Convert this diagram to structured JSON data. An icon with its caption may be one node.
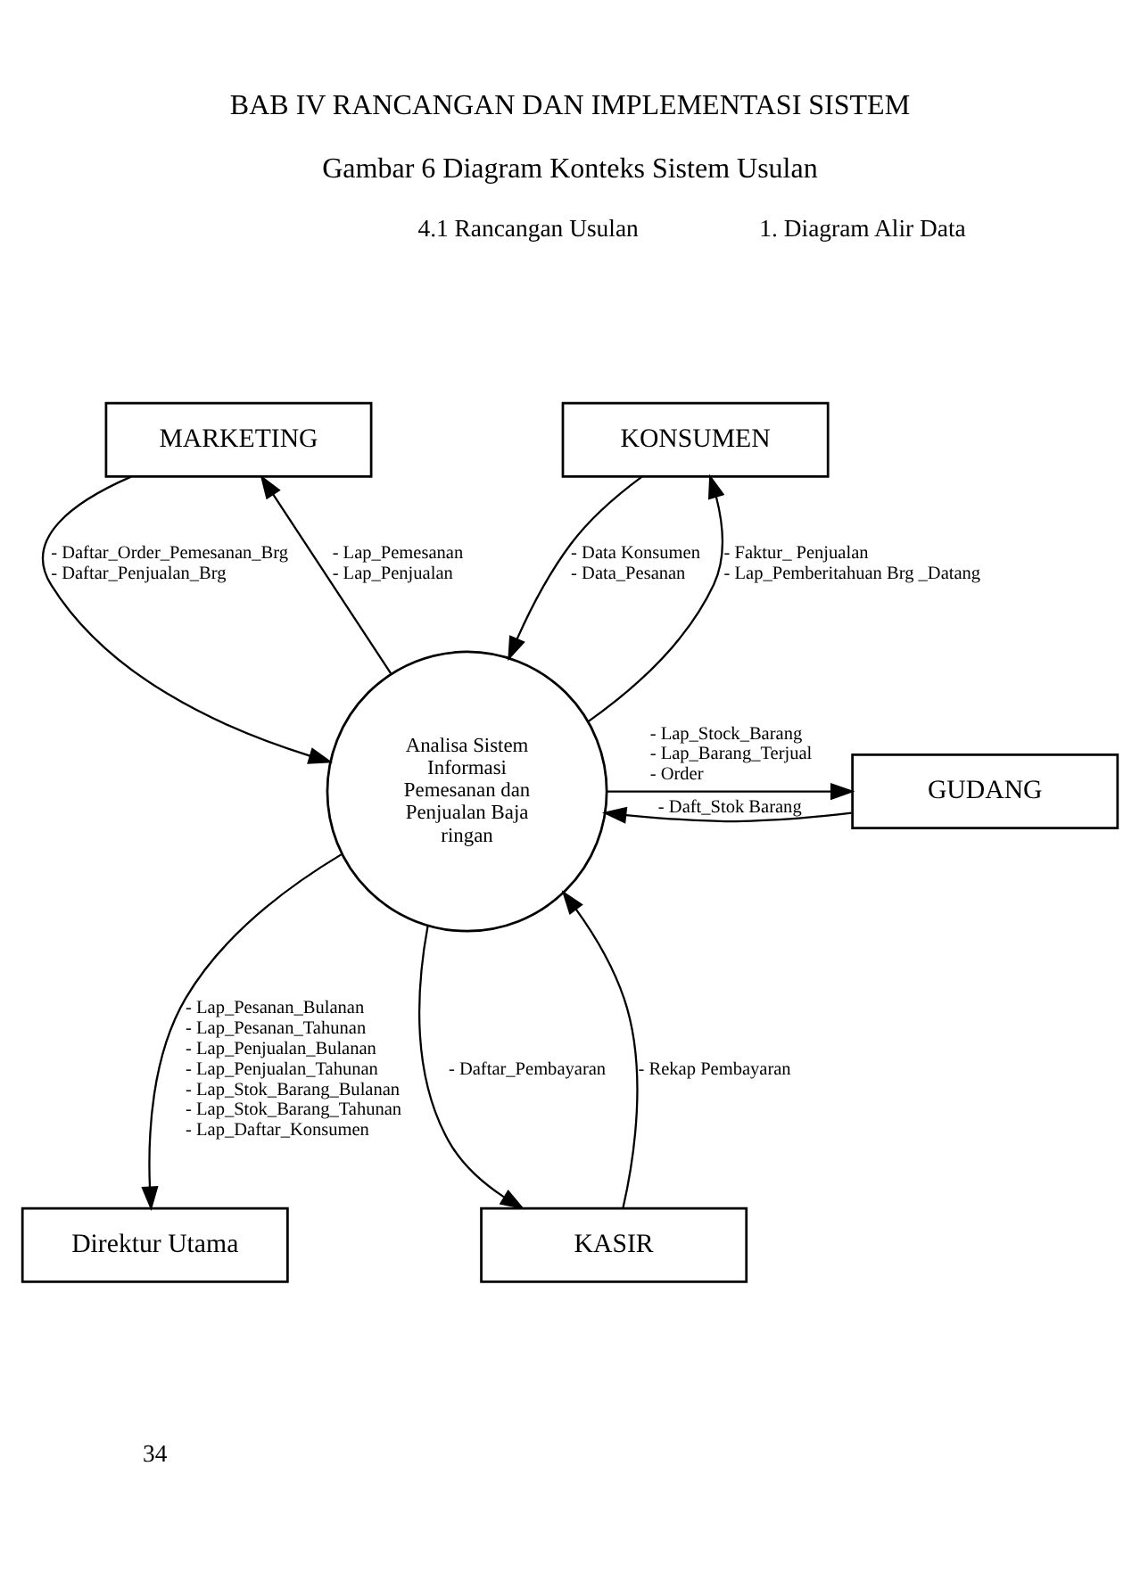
{
  "diagram": {
    "title": "BAB IV RANCANGAN DAN IMPLEMENTASI SISTEM",
    "caption": "Gambar 6 Diagram Konteks Sistem Usulan",
    "nodes": [
      {
        "text": [
          "KONSUMEN"
        ]
      },
      {
        "text": [
          "MARKETING"
        ]
      },
      {
        "text": [
          "GUDANG"
        ]
      },
      {
        "text": [
          "Analisa Sistem Informasi Pemesanan dan Penjualan Baja ringan"
        ]
      },
      {
        "text": [
          "Direktur Utama"
        ]
      },
      {
        "text": [
          "KASIR"
        ]
      }
    ],
    "edges": [
      {
        "from": 0,
        "to": 3,
        "arrow": "to",
        "label": [
          "- Data Konsumen",
          "- Data_Pesanan"
        ]
      },
      {
        "from": 3,
        "to": 0,
        "arrow": "to",
        "label": [
          "- Faktur_ Penjualan",
          "- Lap_Pemberitahuan Brg _Datang"
        ]
      },
      {
        "from": 3,
        "to": 1,
        "arrow": "to",
        "label": [
          "- Lap_Pemesanan",
          "- Lap_Penjualan"
        ]
      },
      {
        "from": 1,
        "to": 3,
        "arrow": "to",
        "label": [
          "- Daftar_Order_Pemesanan_Brg",
          "- Daftar_Penjualan_Brg"
        ]
      },
      {
        "from": 2,
        "to": 3,
        "arrow": "to",
        "label": [
          "- Daft_Stok Barang"
        ]
      },
      {
        "from": 3,
        "to": 2,
        "arrow": "to",
        "label": [
          "- Lap_Stock_Barang",
          "- Lap_Barang_Terjual",
          "- Order"
        ]
      },
      {
        "from": 3,
        "to": 4,
        "arrow": "to",
        "label": [
          "- Lap_Pesanan_Bulanan",
          "- Lap_Pesanan_Tahunan",
          "- Lap_Penjualan_Bulanan",
          "- Lap_Penjualan_Tahunan",
          "- Lap_Stok_Barang_Bulanan",
          "- Lap_Stok_Barang_Tahunan",
          "- Lap_Daftar_Konsumen"
        ]
      },
      {
        "from": 5,
        "to": 3,
        "arrow": "to",
        "label": [
          "- Rekap Pembayaran"
        ]
      },
      {
        "from": 3,
        "to": 5,
        "arrow": "to",
        "label": [
          "- Daftar_Pembayaran"
        ]
      }
    ],
    "labels": [
      "4.1 Rancangan Usulan",
      "1. Diagram Alir Data",
      "34"
    ]
  }
}
